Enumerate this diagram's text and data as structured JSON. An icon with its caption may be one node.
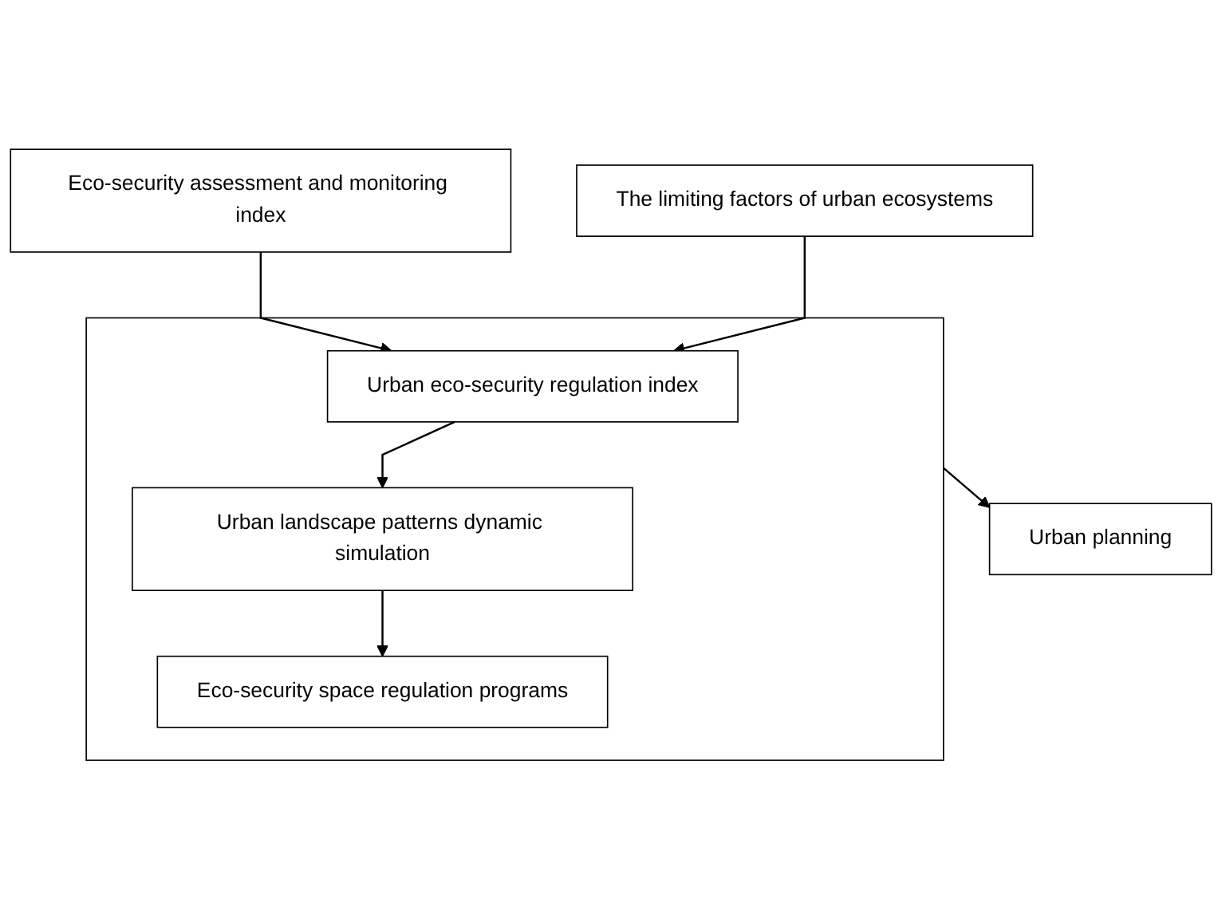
{
  "diagram": {
    "nodes": [
      {
        "text": [
          "Eco-security assessment and monitoring index"
        ]
      },
      {
        "text": [
          "The limiting factors of urban ecosystems"
        ]
      },
      {
        "text": [],
        "shape": "box"
      },
      {
        "text": [
          "Urban eco-security regulation index"
        ],
        "in": 2
      },
      {
        "text": [
          "Urban landscape patterns dynamic simulation"
        ],
        "in": 2
      },
      {
        "text": [
          "Eco-security space regulation programs"
        ],
        "in": 2
      },
      {
        "text": [
          "Urban planning"
        ]
      }
    ],
    "edges": [
      {
        "from": 0,
        "to": 3,
        "arrow": "to"
      },
      {
        "from": 1,
        "to": 3,
        "arrow": "to"
      },
      {
        "from": 3,
        "to": 4,
        "arrow": "to"
      },
      {
        "from": 4,
        "to": 5,
        "arrow": "to"
      },
      {
        "from": 2,
        "to": 6,
        "arrow": "to"
      }
    ]
  }
}
